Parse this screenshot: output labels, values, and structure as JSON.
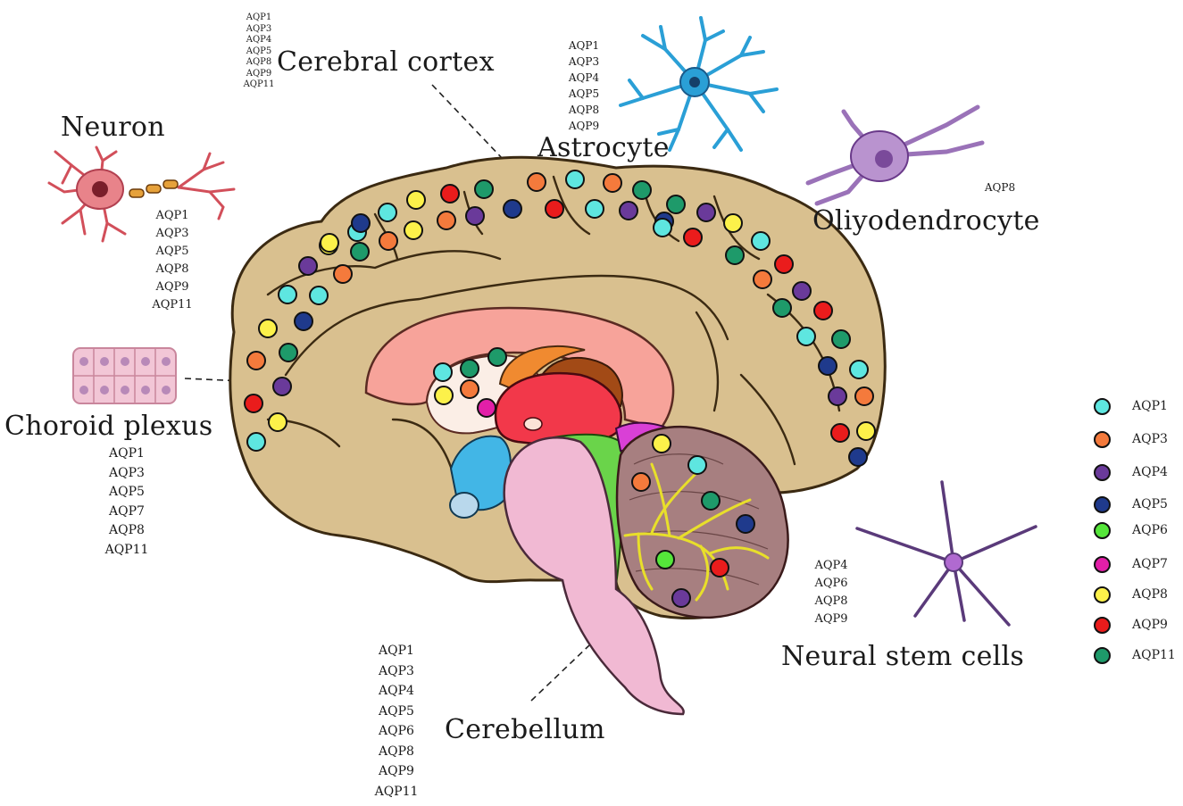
{
  "colors": {
    "AQP1": "#5ee6e0",
    "AQP3": "#f47a3c",
    "AQP4": "#6a3a9a",
    "AQP5": "#1f3a8c",
    "AQP6": "#55e63a",
    "AQP7": "#e21fa8",
    "AQP8": "#fcf14a",
    "AQP9": "#ea1c1c",
    "AQP11": "#1e9a6a",
    "brain_tissue": "#d9c08f",
    "corpus_callosum": "#f7a39a",
    "thalamus": "#f2384a",
    "brainstem": "#f1b9d3",
    "cerebellum": "#a77f80"
  },
  "labels": {
    "cerebral_cortex": "Cerebral cortex",
    "neuron": "Neuron",
    "astrocyte": "Astrocyte",
    "oligodendrocyte": "Oliyodendrocyte",
    "choroid_plexus": "Choroid plexus",
    "neural_stem_cells": "Neural stem cells",
    "cerebellum": "Cerebellum"
  },
  "lists": {
    "cerebral_cortex": [
      "AQP1",
      "AQP3",
      "AQP4",
      "AQP5",
      "AQP8",
      "AQP9",
      "AQP11"
    ],
    "astrocyte": [
      "AQP1",
      "AQP3",
      "AQP4",
      "AQP5",
      "AQP8",
      "AQP9"
    ],
    "neuron": [
      "AQP1",
      "AQP3",
      "AQP5",
      "AQP8",
      "AQP9",
      "AQP11"
    ],
    "oligodendrocyte": [
      "AQP8"
    ],
    "choroid_plexus": [
      "AQP1",
      "AQP3",
      "AQP5",
      "AQP7",
      "AQP8",
      "AQP11"
    ],
    "neural_stem_cells": [
      "AQP4",
      "AQP6",
      "AQP8",
      "AQP9"
    ],
    "cerebellum": [
      "AQP1",
      "AQP3",
      "AQP4",
      "AQP5",
      "AQP6",
      "AQP8",
      "AQP9",
      "AQP11"
    ]
  },
  "legend": [
    {
      "label": "AQP1",
      "key": "AQP1"
    },
    {
      "label": "AQP3",
      "key": "AQP3"
    },
    {
      "label": "AQP4",
      "key": "AQP4"
    },
    {
      "label": "AQP5",
      "key": "AQP5"
    },
    {
      "label": "AQP6",
      "key": "AQP6"
    },
    {
      "label": "AQP7",
      "key": "AQP7"
    },
    {
      "label": "AQP8",
      "key": "AQP8"
    },
    {
      "label": "AQP9",
      "key": "AQP9"
    },
    {
      "label": "AQP11",
      "key": "AQP11"
    }
  ]
}
